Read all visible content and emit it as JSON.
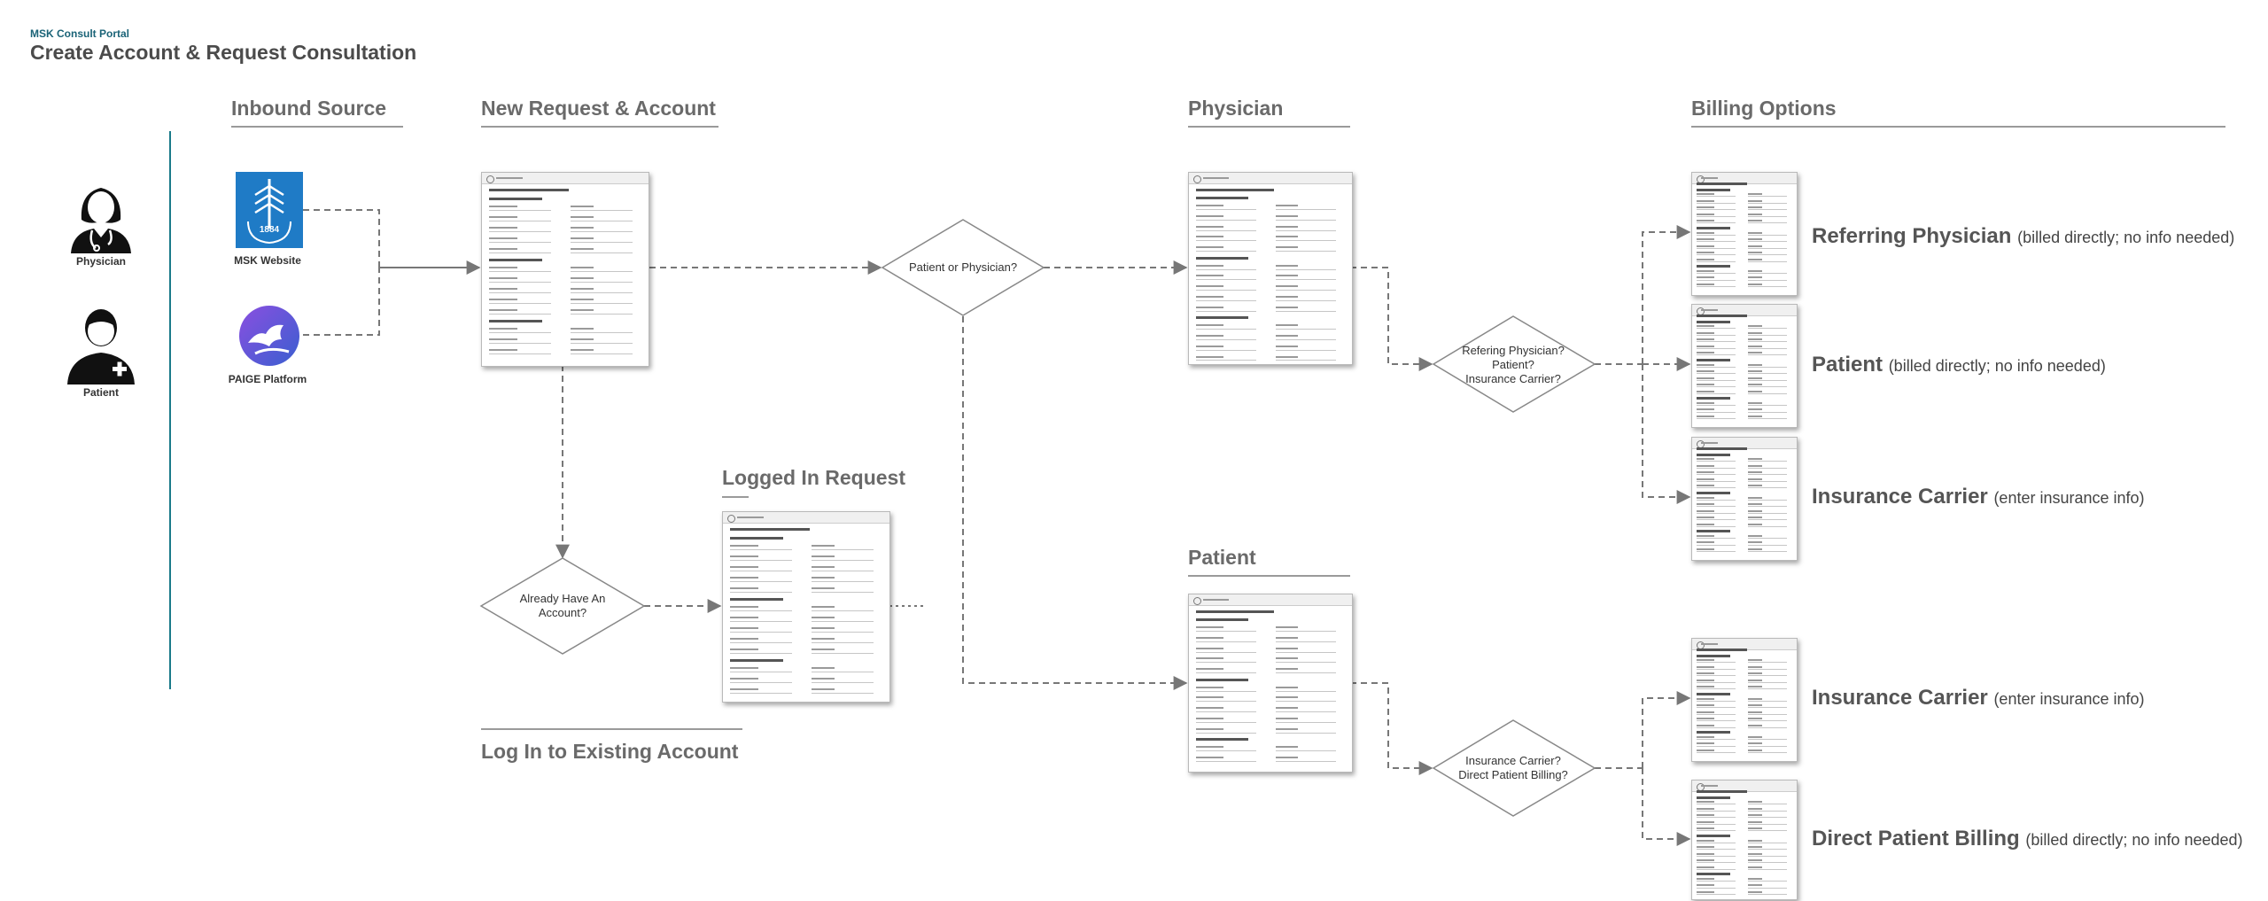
{
  "header": {
    "portal": "MSK Consult Portal",
    "title": "Create Account & Request Consultation"
  },
  "personas": [
    {
      "label": "Physician",
      "icon": "physician-icon"
    },
    {
      "label": "Patient",
      "icon": "patient-icon"
    }
  ],
  "sections": {
    "inbound": "Inbound Source",
    "new_request": "New Request & Account",
    "physician": "Physician",
    "billing": "Billing Options",
    "logged_in": "Logged In Request",
    "patient": "Patient",
    "log_in": "Log In to Existing Account"
  },
  "sources": [
    {
      "label": "MSK Website",
      "icon": "msk-logo-icon",
      "logo_text": "1884",
      "color": "#1f7bc6"
    },
    {
      "label": "PAIGE Platform",
      "icon": "paige-logo-icon",
      "color": "#6a3fc9"
    }
  ],
  "decisions": {
    "patient_or_physician": "Patient or Physician?",
    "already_account": "Already Have An Account?",
    "referring": [
      "Refering Physician?",
      "Patient?",
      "Insurance Carrier?"
    ],
    "insurance_direct": [
      "Insurance Carrier?",
      "Direct Patient Billing?"
    ]
  },
  "billing_options": [
    {
      "label": "Referring Physician",
      "note": "(billed directly; no info needed)"
    },
    {
      "label": "Patient",
      "note": "(billed directly; no info needed)"
    },
    {
      "label": "Insurance Carrier",
      "note": "(enter insurance info)"
    },
    {
      "label": "Insurance Carrier",
      "note": "(enter insurance info)"
    },
    {
      "label": "Direct Patient Billing",
      "note": "(billed directly; no info needed)"
    }
  ],
  "colors": {
    "portal_accent": "#1a6377",
    "msk_blue": "#1f7bc6",
    "paige_purple": "#6a3fc9",
    "divider_teal": "#1a7a8a",
    "connector_gray": "#777777"
  }
}
